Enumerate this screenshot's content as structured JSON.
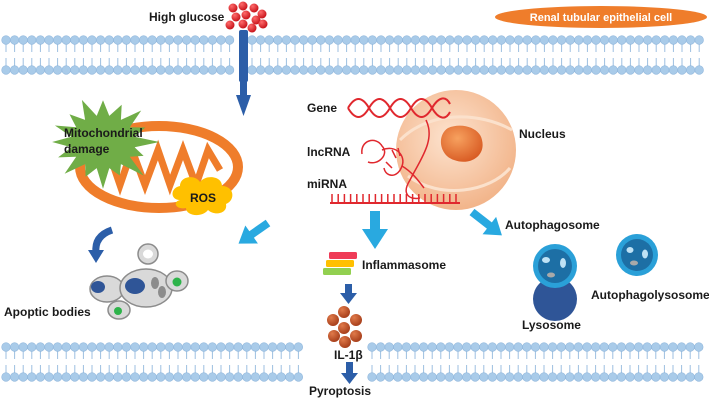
{
  "header": {
    "cell_type": "Renal tubular epithelial cell",
    "stimulus": "High glucose"
  },
  "labels": {
    "mitochondrial_damage": [
      "Mitochondrial",
      "damage"
    ],
    "ros": "ROS",
    "apoptotic_bodies": "Apoptic bodies",
    "gene": "Gene",
    "lncrna": "lncRNA",
    "mirna": "miRNA",
    "nucleus": "Nucleus",
    "inflammasome": "Inflammasome",
    "il1b": "IL-1β",
    "pyroptosis": "Pyroptosis",
    "autophagosome": "Autophagosome",
    "lysosome": "Lysosome",
    "autophagolysosome": "Autophagolysosome"
  },
  "colors": {
    "membrane_bead": "#a9cbe9",
    "arrow_light": "#29a9e0",
    "arrow_dark": "#2c5ea8",
    "glucose": "#e0282e",
    "mitochondrion": "#ef7d2b",
    "damage_star": "#70ad47",
    "ros": "#ffc000",
    "nucleus": "#f6c9a6",
    "nucleolus": "#e0692f",
    "autophagosome": "#2aa0d8",
    "lysosome": "#2f5597",
    "il1b": "#c4552a",
    "badge": "#ef7d2b"
  }
}
